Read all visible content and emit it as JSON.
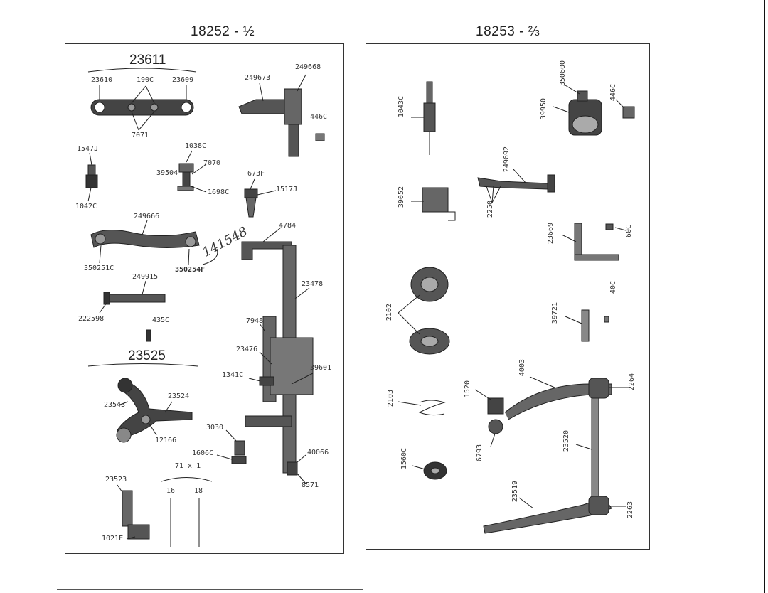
{
  "titles": {
    "left": "18252 - ½",
    "right": "18253 - ⅔"
  },
  "left_panel": {
    "group_23611": "23611",
    "group_23525": "23525",
    "handwritten_note": "141548",
    "labels": {
      "p23610": "23610",
      "p190c": "190C",
      "p23609": "23609",
      "p7071": "7071",
      "p249673": "249673",
      "p249668": "249668",
      "p446c": "446C",
      "p1547j": "1547J",
      "p1038c": "1038C",
      "p7070": "7070",
      "p39504": "39504",
      "p1698c": "1698C",
      "p673f": "673F",
      "p1517j": "1517J",
      "p1042c": "1042C",
      "p249666": "249666",
      "p4784": "4784",
      "p350251c": "350251C",
      "p350254f": "350254F",
      "p249915": "249915",
      "p23478": "23478",
      "p222598": "222598",
      "p435c": "435C",
      "p7948": "7948",
      "p23476": "23476",
      "p1341c": "1341C",
      "p39601": "39601",
      "p23524": "23524",
      "p23543": "23543",
      "p12166": "12166",
      "p3030": "3030",
      "p1606c": "1606C",
      "p40066": "40066",
      "p71x1": "71 x 1",
      "p8571": "8571",
      "p23523": "23523",
      "p16": "16",
      "p18": "18",
      "p1021e": "1021E"
    }
  },
  "right_panel": {
    "labels": {
      "p1043c": "1043C",
      "p350600": "350600",
      "p39950": "39950",
      "p446c2": "446C",
      "p249692": "249692",
      "p39052": "39052",
      "p2250": "2250",
      "p23669": "23669",
      "p60c": "60C",
      "p2102": "2102",
      "p39721": "39721",
      "p40C": "40C",
      "p4003": "4003",
      "p2103": "2103",
      "p1520": "1520",
      "p2264": "2264",
      "p23520": "23520",
      "p1560c": "1560C",
      "p6793": "6793",
      "p23519": "23519",
      "p2263": "2263"
    }
  }
}
